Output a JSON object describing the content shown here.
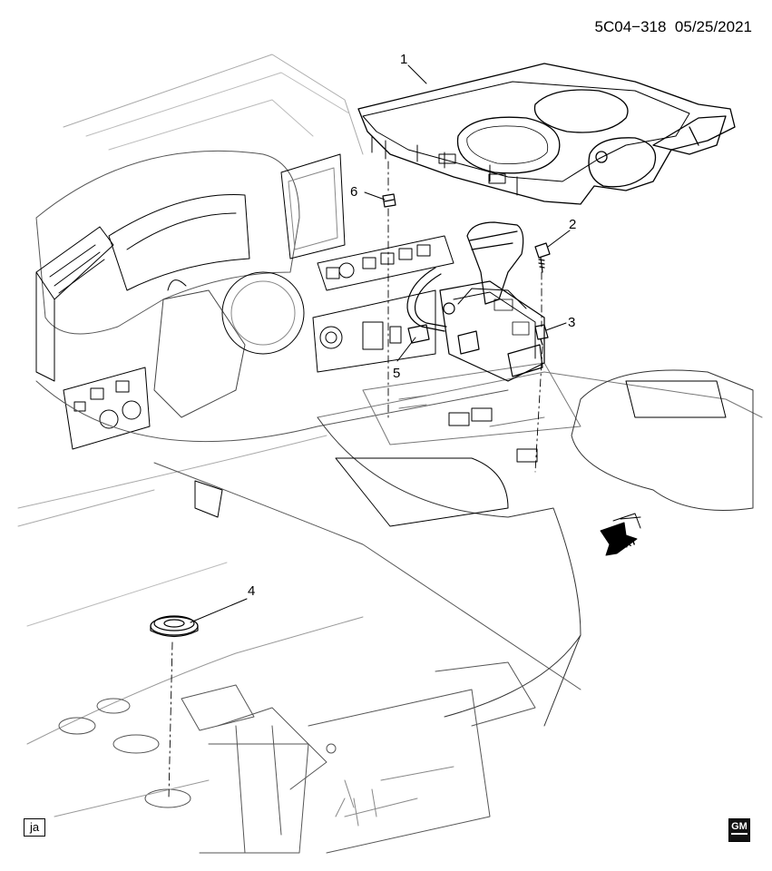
{
  "header": {
    "diagram_code": "5C04−318",
    "date": "05/25/2021"
  },
  "callouts": [
    {
      "id": "1",
      "text": "1"
    },
    {
      "id": "2",
      "text": "2"
    },
    {
      "id": "3",
      "text": "3"
    },
    {
      "id": "4",
      "text": "4"
    },
    {
      "id": "5",
      "text": "5"
    },
    {
      "id": "6",
      "text": "6"
    }
  ],
  "direction_indicator": {
    "label": "FRT"
  },
  "footer": {
    "tag": "ja",
    "logo_text": "GM"
  }
}
